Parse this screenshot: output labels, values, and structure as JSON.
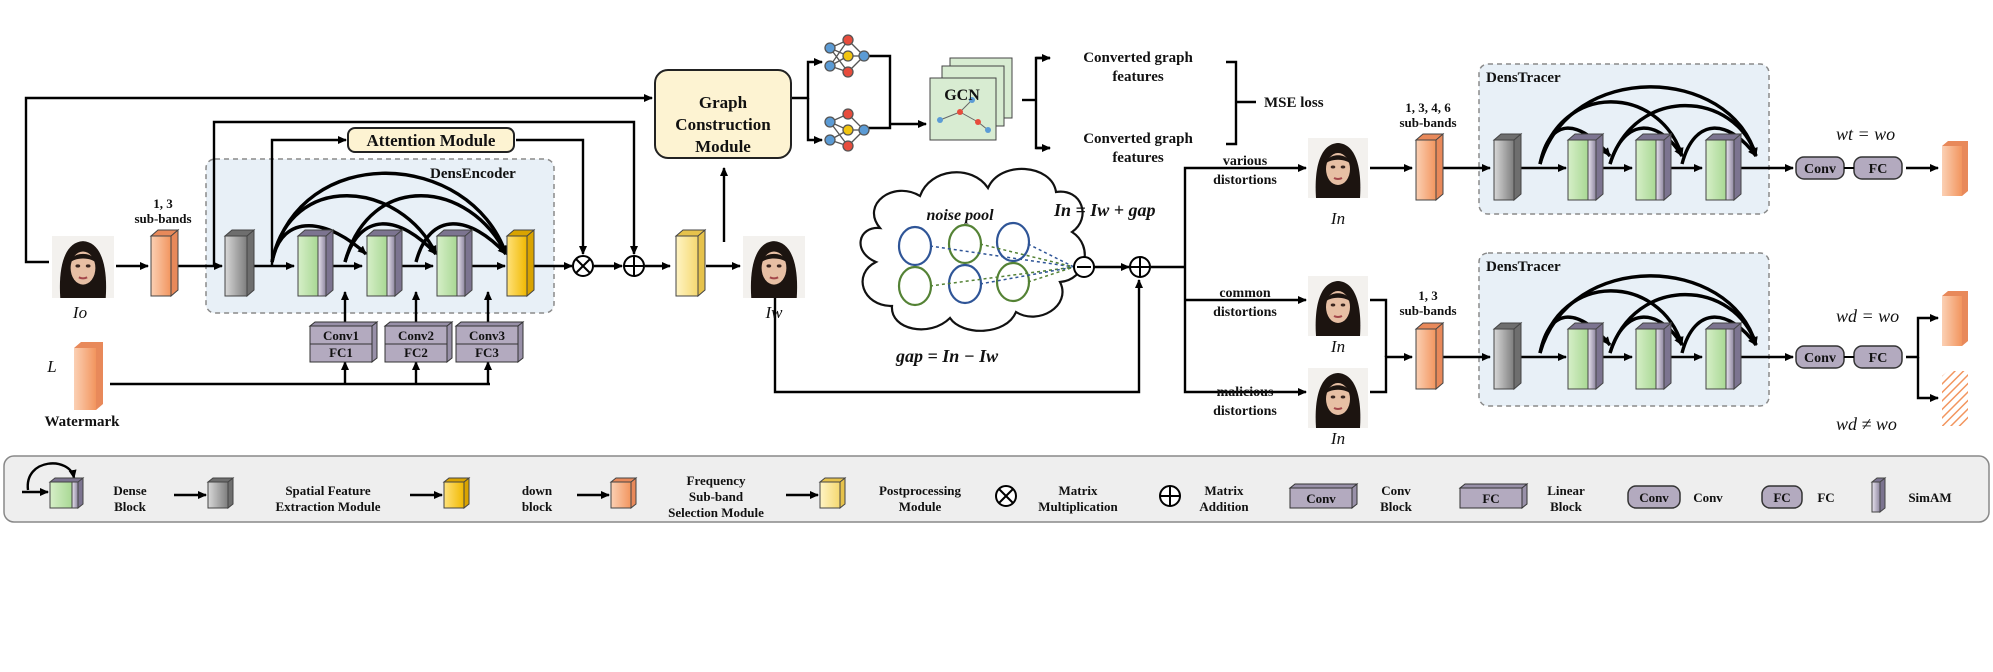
{
  "blocks": {
    "attention_module": "Attention Module",
    "graph_construction": [
      "Graph",
      "Construction",
      "Module"
    ],
    "dens_encoder": "DensEncoder",
    "dens_tracer_top": "DensTracer",
    "dens_tracer_bottom": "DensTracer",
    "gcn": "GCN",
    "noise_pool": "noise pool",
    "mse_loss": "MSE loss",
    "converted_1": [
      "Converted graph",
      "features"
    ],
    "converted_2": [
      "Converted graph",
      "features"
    ]
  },
  "labels": {
    "io": "Io",
    "iw": "Iw",
    "in_top": "In",
    "in_mid": "In",
    "in_bot": "In",
    "subbands_enc": [
      "1, 3",
      "sub-bands"
    ],
    "subbands_top": [
      "1, 3, 4, 6",
      "sub-bands"
    ],
    "subbands_bot": [
      "1, 3",
      "sub-bands"
    ],
    "L": "L",
    "watermark": "Watermark",
    "conv_fc": [
      [
        "Conv1",
        "FC1"
      ],
      [
        "Conv2",
        "FC2"
      ],
      [
        "Conv3",
        "FC3"
      ]
    ],
    "eq_in": "In = Iw + gap",
    "eq_gap": "gap = In − Iw",
    "various": [
      "various",
      "distortions"
    ],
    "common": [
      "common",
      "distortions"
    ],
    "malicious": [
      "malicious",
      "distortions"
    ],
    "conv": "Conv",
    "fc": "FC",
    "wt_wo": "wt = wo",
    "wd_wo": "wd = wo",
    "wd_ne_wo": "wd ≠ wo"
  },
  "legend": [
    {
      "key": "dense",
      "label": [
        "Dense",
        "Block"
      ]
    },
    {
      "key": "spatial",
      "label": [
        "Spatial Feature",
        "Extraction Module"
      ]
    },
    {
      "key": "down",
      "label": [
        "down",
        "block"
      ]
    },
    {
      "key": "freq",
      "label": [
        "Frequency",
        "Sub-band",
        "Selection Module"
      ]
    },
    {
      "key": "post",
      "label": [
        "Postprocessing",
        "Module"
      ]
    },
    {
      "key": "mult",
      "label": [
        "Matrix",
        "Multiplication"
      ]
    },
    {
      "key": "add",
      "label": [
        "Matrix",
        "Addition"
      ]
    },
    {
      "key": "convblock",
      "label": [
        "Conv",
        "Block"
      ],
      "tag": "Conv"
    },
    {
      "key": "linear",
      "label": [
        "Linear",
        "Block"
      ],
      "tag": "FC"
    },
    {
      "key": "conv",
      "label": [
        "Conv"
      ],
      "tag": "Conv"
    },
    {
      "key": "fc",
      "label": [
        "FC"
      ],
      "tag": "FC"
    },
    {
      "key": "simam",
      "label": [
        "SimAM"
      ]
    }
  ],
  "colors": {
    "dense": "#b9e0a5",
    "gray": "#9a9a9a",
    "yellow": "#f2c200",
    "orange": "#f4a275",
    "light_yellow": "#fbe58c",
    "panel": "#e8f0f7",
    "module": "#fdf3d2",
    "gcn": "#d8ecd2",
    "pill": "#b3aabf"
  }
}
